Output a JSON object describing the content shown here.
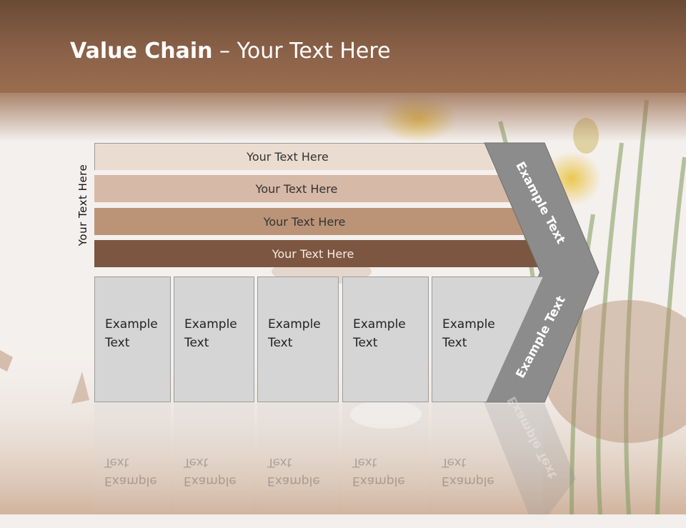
{
  "slide": {
    "title_bold": "Value Chain",
    "title_rest": " – Your Text Here",
    "vertical_label": "Your Text Here"
  },
  "bars": [
    {
      "label": "Your Text Here"
    },
    {
      "label": "Your Text Here"
    },
    {
      "label": "Your Text Here"
    },
    {
      "label": "Your Text Here"
    }
  ],
  "boxes": [
    {
      "line1": "Example",
      "line2": "Text"
    },
    {
      "line1": "Example",
      "line2": "Text"
    },
    {
      "line1": "Example",
      "line2": "Text"
    },
    {
      "line1": "Example",
      "line2": "Text"
    },
    {
      "line1": "Example",
      "line2": "Text"
    }
  ],
  "chevron": {
    "top_label": "Example Text",
    "bottom_label": "Example Text"
  },
  "colors": {
    "header": "#8a6148",
    "bar1": "#ebdcd1",
    "bar2": "#d6b9a6",
    "bar3": "#bb9478",
    "bar4": "#7c5640",
    "box": "#d5d5d5",
    "chevron": "#8c8c8c"
  }
}
